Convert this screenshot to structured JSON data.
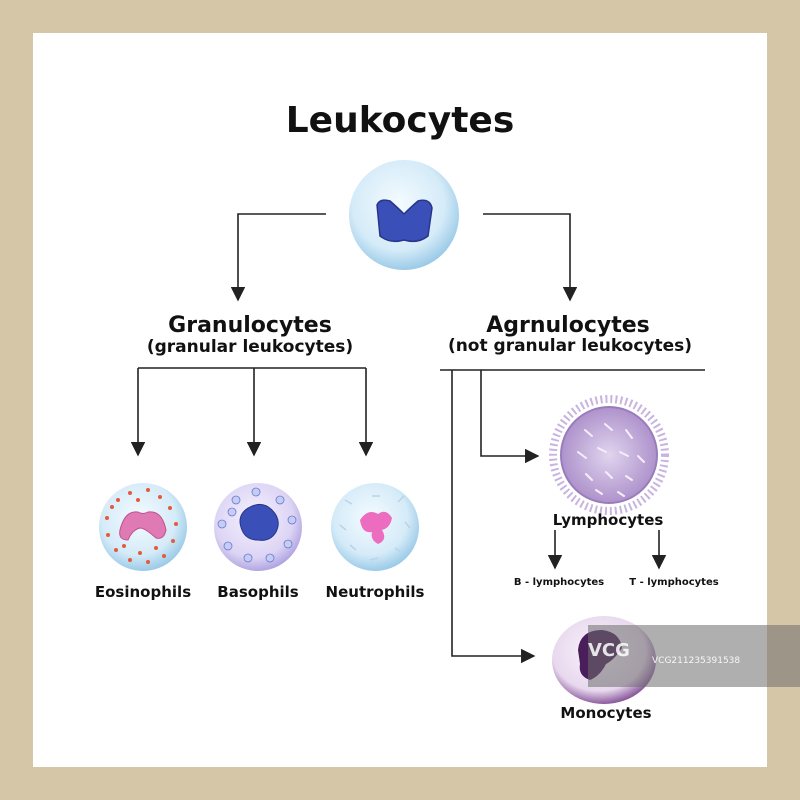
{
  "title": "Leukocytes",
  "granulocytes": {
    "title": "Granulocytes",
    "subtitle": "(granular leukocytes)",
    "types": [
      {
        "label": "Eosinophils"
      },
      {
        "label": "Basophils"
      },
      {
        "label": "Neutrophils"
      }
    ]
  },
  "agranulocytes": {
    "title": "Agrnulocytes",
    "subtitle": "(not granular leukocytes)",
    "lymphocytes": {
      "label": "Lymphocytes",
      "subtypes": [
        "B - lymphocytes",
        "T - lymphocytes"
      ]
    },
    "monocytes": {
      "label": "Monocytes"
    }
  },
  "watermark": {
    "logo": "VCG",
    "id": "VCG211235391538"
  },
  "colors": {
    "background": "#d6c6a8",
    "panel": "#ffffff",
    "line": "#222222",
    "cell_body": "#d7ecf8",
    "nucleus_blue": "#3a4fb8",
    "eosinophil_nucleus": "#e07ab4",
    "eosinophil_granules": "#e45a3c",
    "lymphocyte": "#b8a0d0",
    "monocyte_nucleus": "#4a1e5a"
  }
}
